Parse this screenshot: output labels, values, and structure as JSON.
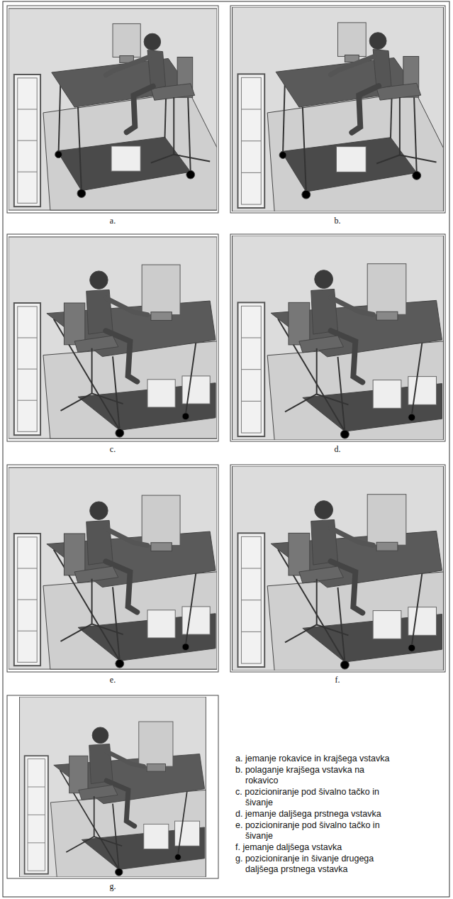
{
  "diagram": {
    "labels": [
      "a.",
      "b.",
      "c.",
      "d.",
      "e.",
      "f.",
      "g.",
      "a. jemanje rokavice in krajšega vstavka",
      "b. polaganje krajšega vstavka na rokavico",
      "c. pozicioniranje pod šivalno tačko in šivanje",
      "d. jemanje daljšega prstnega vstavka",
      "e. pozicioniranje pod šivalno tačko in šivanje",
      "f. jemanje daljšega vstavka",
      "g. pozicioniranje in šivanje drugega daljšega prstnega vstavka"
    ]
  }
}
